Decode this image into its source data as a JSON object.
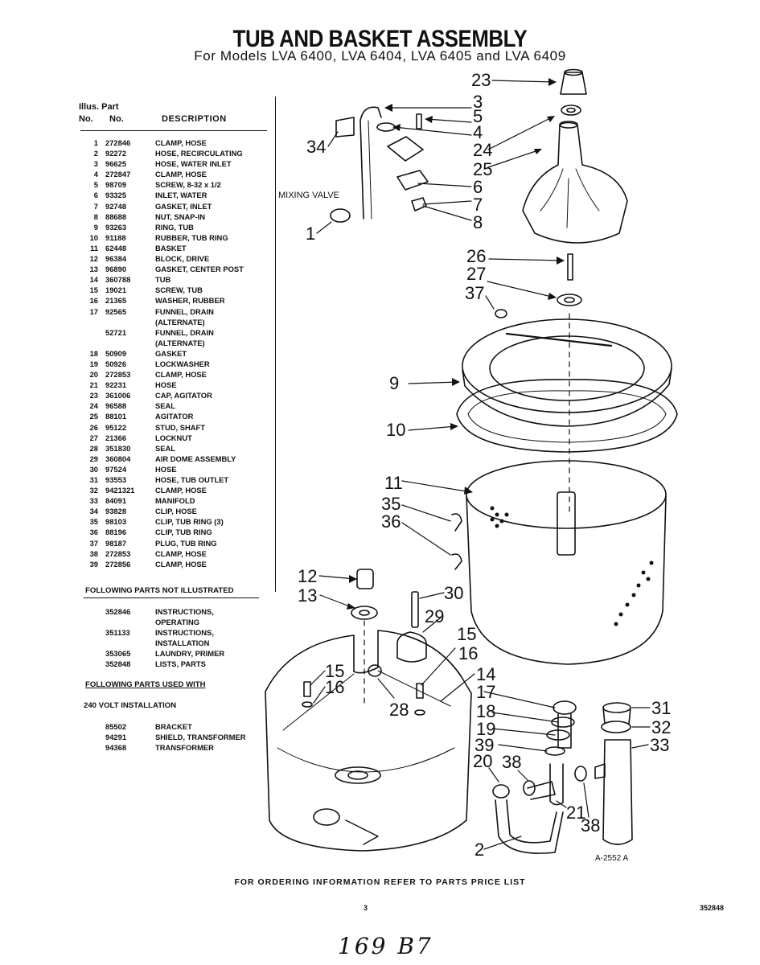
{
  "header": {
    "title": "TUB AND BASKET ASSEMBLY",
    "subtitle": "For Models LVA 6400, LVA 6404, LVA 6405 and LVA 6409"
  },
  "table_header": {
    "illus": "Illus.",
    "part": "Part",
    "no1": "No.",
    "no2": "No.",
    "description": "DESCRIPTION"
  },
  "parts": [
    {
      "illus": "1",
      "part": "272846",
      "desc": "CLAMP, HOSE"
    },
    {
      "illus": "2",
      "part": "92272",
      "desc": "HOSE, RECIRCULATING"
    },
    {
      "illus": "3",
      "part": "96625",
      "desc": "HOSE, WATER INLET"
    },
    {
      "illus": "4",
      "part": "272847",
      "desc": "CLAMP, HOSE"
    },
    {
      "illus": "5",
      "part": "98709",
      "desc": "SCREW, 8-32 x 1/2"
    },
    {
      "illus": "6",
      "part": "93325",
      "desc": "INLET, WATER"
    },
    {
      "illus": "7",
      "part": "92748",
      "desc": "GASKET, INLET"
    },
    {
      "illus": "8",
      "part": "88688",
      "desc": "NUT, SNAP-IN"
    },
    {
      "illus": "9",
      "part": "93263",
      "desc": "RING, TUB"
    },
    {
      "illus": "10",
      "part": "91188",
      "desc": "RUBBER, TUB RING"
    },
    {
      "illus": "11",
      "part": "62448",
      "desc": "BASKET"
    },
    {
      "illus": "12",
      "part": "96384",
      "desc": "BLOCK, DRIVE"
    },
    {
      "illus": "13",
      "part": "96890",
      "desc": "GASKET, CENTER POST"
    },
    {
      "illus": "14",
      "part": "360788",
      "desc": "TUB"
    },
    {
      "illus": "15",
      "part": "19021",
      "desc": "SCREW, TUB"
    },
    {
      "illus": "16",
      "part": "21365",
      "desc": "WASHER, RUBBER"
    },
    {
      "illus": "17",
      "part": "92565",
      "desc": "FUNNEL, DRAIN"
    },
    {
      "illus": "",
      "part": "",
      "desc": "(ALTERNATE)"
    },
    {
      "illus": "",
      "part": "52721",
      "desc": "FUNNEL, DRAIN"
    },
    {
      "illus": "",
      "part": "",
      "desc": "(ALTERNATE)"
    },
    {
      "illus": "18",
      "part": "50909",
      "desc": "GASKET"
    },
    {
      "illus": "19",
      "part": "50926",
      "desc": "LOCKWASHER"
    },
    {
      "illus": "20",
      "part": "272853",
      "desc": "CLAMP, HOSE"
    },
    {
      "illus": "21",
      "part": "92231",
      "desc": "HOSE"
    },
    {
      "illus": "23",
      "part": "361006",
      "desc": "CAP, AGITATOR"
    },
    {
      "illus": "24",
      "part": "96588",
      "desc": "SEAL"
    },
    {
      "illus": "25",
      "part": "88101",
      "desc": "AGITATOR"
    },
    {
      "illus": "26",
      "part": "95122",
      "desc": "STUD, SHAFT"
    },
    {
      "illus": "27",
      "part": "21366",
      "desc": "LOCKNUT"
    },
    {
      "illus": "28",
      "part": "351830",
      "desc": "SEAL"
    },
    {
      "illus": "29",
      "part": "360804",
      "desc": "AIR DOME ASSEMBLY"
    },
    {
      "illus": "30",
      "part": "97524",
      "desc": "HOSE"
    },
    {
      "illus": "31",
      "part": "93553",
      "desc": "HOSE, TUB OUTLET"
    },
    {
      "illus": "32",
      "part": "9421321",
      "desc": "CLAMP, HOSE"
    },
    {
      "illus": "33",
      "part": "84091",
      "desc": "MANIFOLD"
    },
    {
      "illus": "34",
      "part": "93828",
      "desc": "CLIP, HOSE"
    },
    {
      "illus": "35",
      "part": "98103",
      "desc": "CLIP, TUB RING (3)"
    },
    {
      "illus": "36",
      "part": "88196",
      "desc": "CLIP, TUB RING"
    },
    {
      "illus": "37",
      "part": "98187",
      "desc": "PLUG, TUB RING"
    },
    {
      "illus": "38",
      "part": "272853",
      "desc": "CLAMP, HOSE"
    },
    {
      "illus": "39",
      "part": "272856",
      "desc": "CLAMP, HOSE"
    }
  ],
  "not_illustrated": {
    "heading": "FOLLOWING PARTS NOT ILLUSTRATED",
    "rows": [
      {
        "part": "352846",
        "desc": "INSTRUCTIONS,"
      },
      {
        "part": "",
        "desc": "OPERATING"
      },
      {
        "part": "351133",
        "desc": "INSTRUCTIONS,"
      },
      {
        "part": "",
        "desc": "INSTALLATION"
      },
      {
        "part": "353065",
        "desc": "LAUNDRY, PRIMER"
      },
      {
        "part": "352848",
        "desc": "LISTS, PARTS"
      }
    ]
  },
  "volt_240": {
    "heading": "FOLLOWING PARTS USED WITH",
    "subheading": "240 VOLT INSTALLATION",
    "rows": [
      {
        "part": "85502",
        "desc": "BRACKET"
      },
      {
        "part": "94291",
        "desc": "SHIELD, TRANSFORMER"
      },
      {
        "part": "94368",
        "desc": "TRANSFORMER"
      }
    ]
  },
  "diagram": {
    "mixing_valve_label": "MIXING VALVE",
    "figure_id": "A-2552 A",
    "callouts": [
      "23",
      "3",
      "5",
      "4",
      "24",
      "25",
      "6",
      "7",
      "8",
      "34",
      "1",
      "26",
      "27",
      "37",
      "9",
      "10",
      "11",
      "35",
      "36",
      "12",
      "13",
      "30",
      "29",
      "15",
      "16",
      "15",
      "16",
      "14",
      "28",
      "17",
      "18",
      "19",
      "39",
      "20",
      "38",
      "21",
      "38",
      "2",
      "31",
      "32",
      "33"
    ]
  },
  "footer": {
    "ordering_note": "FOR ORDERING INFORMATION REFER TO PARTS PRICE LIST",
    "page_number": "3",
    "doc_number": "352848",
    "handwritten": "169 B7"
  }
}
